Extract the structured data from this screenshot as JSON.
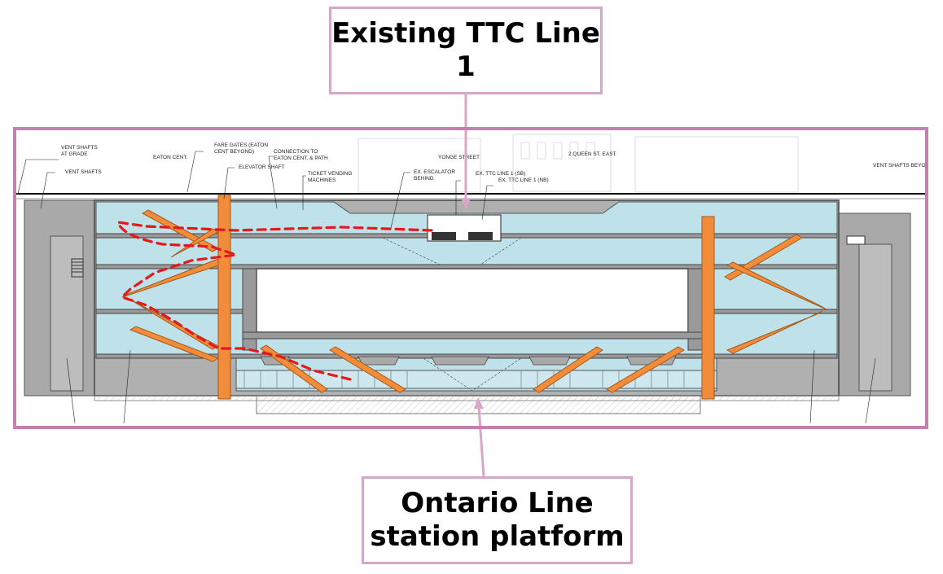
{
  "callouts": {
    "top": "Existing TTC Line 1",
    "bottom": "Ontario Line station platform"
  },
  "drawing_labels": {
    "vent_shafts_at_grade_1": "VENT SHAFTS",
    "vent_shafts_at_grade_2": "AT GRADE",
    "vent_shafts": "VENT SHAFTS",
    "eaton_cent": "EATON CENT.",
    "fare_gates_1": "FARE GATES (EATON",
    "fare_gates_2": "CENT BEYOND)",
    "elevator_shaft": "ELEVATOR SHAFT",
    "connection_1": "CONNECTION TO",
    "connection_2": "EATON CENT. & PATH",
    "ticket_vending_1": "TICKET VENDING",
    "ticket_vending_2": "MACHINES",
    "ex_escalator_1": "EX. ESCALATOR",
    "ex_escalator_2": "BEHIND",
    "yonge_street": "YONGE STREET",
    "ex_ttc_sb": "EX. TTC LINE 1 (SB)",
    "ex_ttc_nb": "EX. TTC LINE 1 (NB)",
    "queen_st": "2 QUEEN ST. EAST",
    "vent_shafts_beyond": "VENT SHAFTS BEYO"
  },
  "colors": {
    "frame": "#c77fb0",
    "callout_border": "#d7a6c9",
    "water": "#bfe1ea",
    "concrete": "#a9a9a9",
    "orange": "#f28c3a",
    "route": "#e5191b"
  }
}
